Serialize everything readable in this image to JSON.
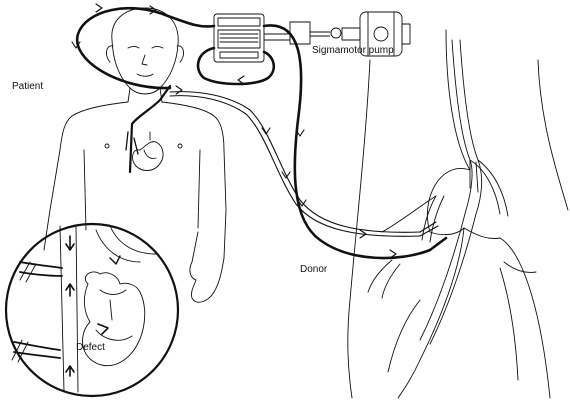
{
  "labels": {
    "patient": "Patient",
    "pump": "Sigmamotor pump",
    "donor": "Donor",
    "defect": "Defect"
  },
  "colors": {
    "ink": "#111111",
    "paper": "#ffffff"
  }
}
